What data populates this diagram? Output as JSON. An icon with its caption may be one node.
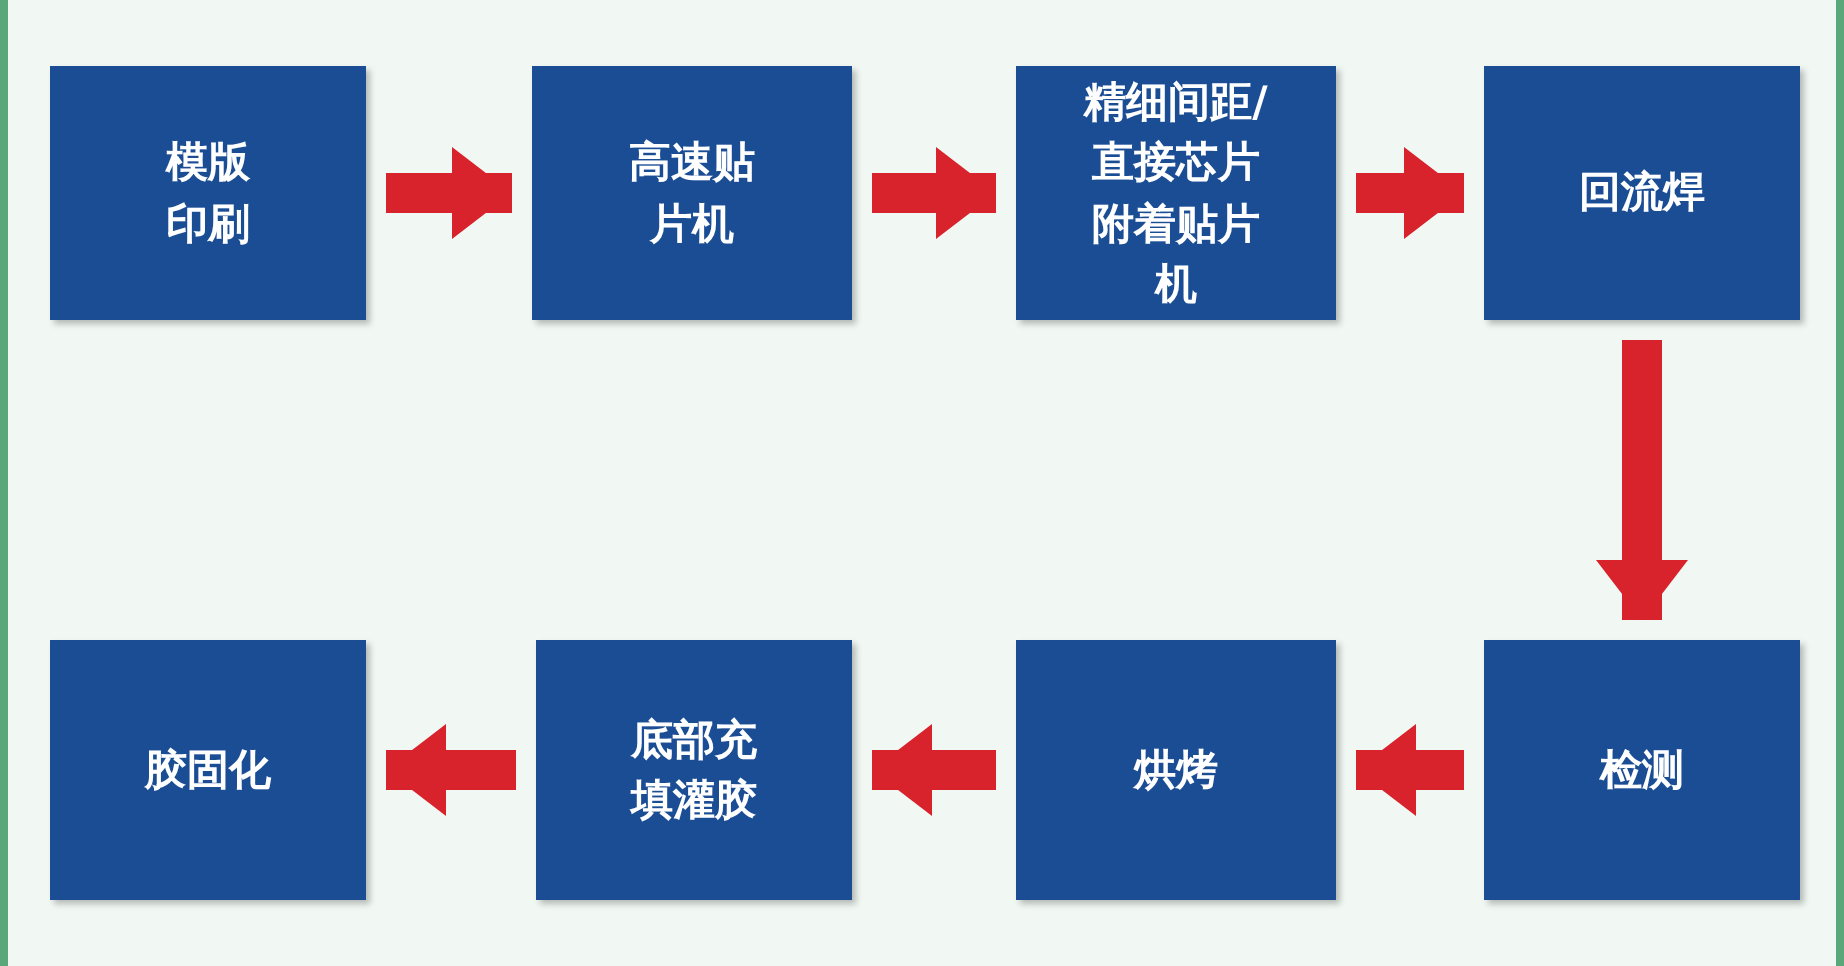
{
  "diagram": {
    "nodes": [
      {
        "text": [
          "模版印刷"
        ]
      },
      {
        "text": [
          "高速贴片机"
        ]
      },
      {
        "text": [
          "精细间距/直接芯片附着贴片机"
        ]
      },
      {
        "text": [
          "回流焊"
        ]
      },
      {
        "text": [
          "检测"
        ]
      },
      {
        "text": [
          "烘烤"
        ]
      },
      {
        "text": [
          "底部充填灌胶"
        ]
      },
      {
        "text": [
          "胶固化"
        ]
      }
    ],
    "edges": [
      {
        "from": 0,
        "to": 1,
        "arrow": "to"
      },
      {
        "from": 1,
        "to": 2,
        "arrow": "to"
      },
      {
        "from": 2,
        "to": 3,
        "arrow": "to"
      },
      {
        "from": 3,
        "to": 4,
        "arrow": "to"
      },
      {
        "from": 4,
        "to": 5,
        "arrow": "to"
      },
      {
        "from": 5,
        "to": 6,
        "arrow": "to"
      },
      {
        "from": 6,
        "to": 7,
        "arrow": "to"
      }
    ]
  }
}
